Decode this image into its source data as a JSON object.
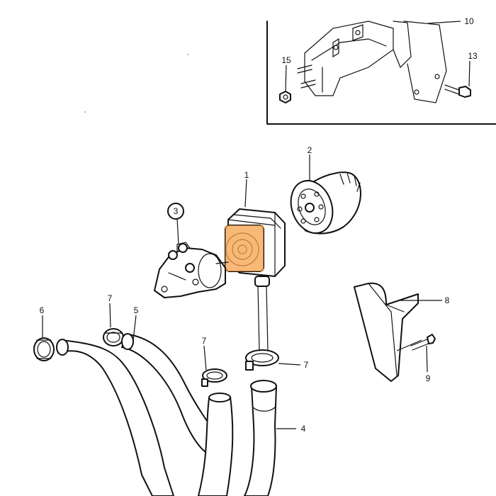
{
  "callouts": {
    "c1": "1",
    "c2": "2",
    "c3": "3",
    "c4": "4",
    "c5": "5",
    "c6": "6",
    "c7a": "7",
    "c7b": "7",
    "c7c": "7",
    "c8": "8",
    "c9": "9",
    "c10": "10",
    "c13": "13",
    "c15": "15"
  },
  "highlight": {
    "color": "#f5a04a",
    "opacity": 0.75
  }
}
